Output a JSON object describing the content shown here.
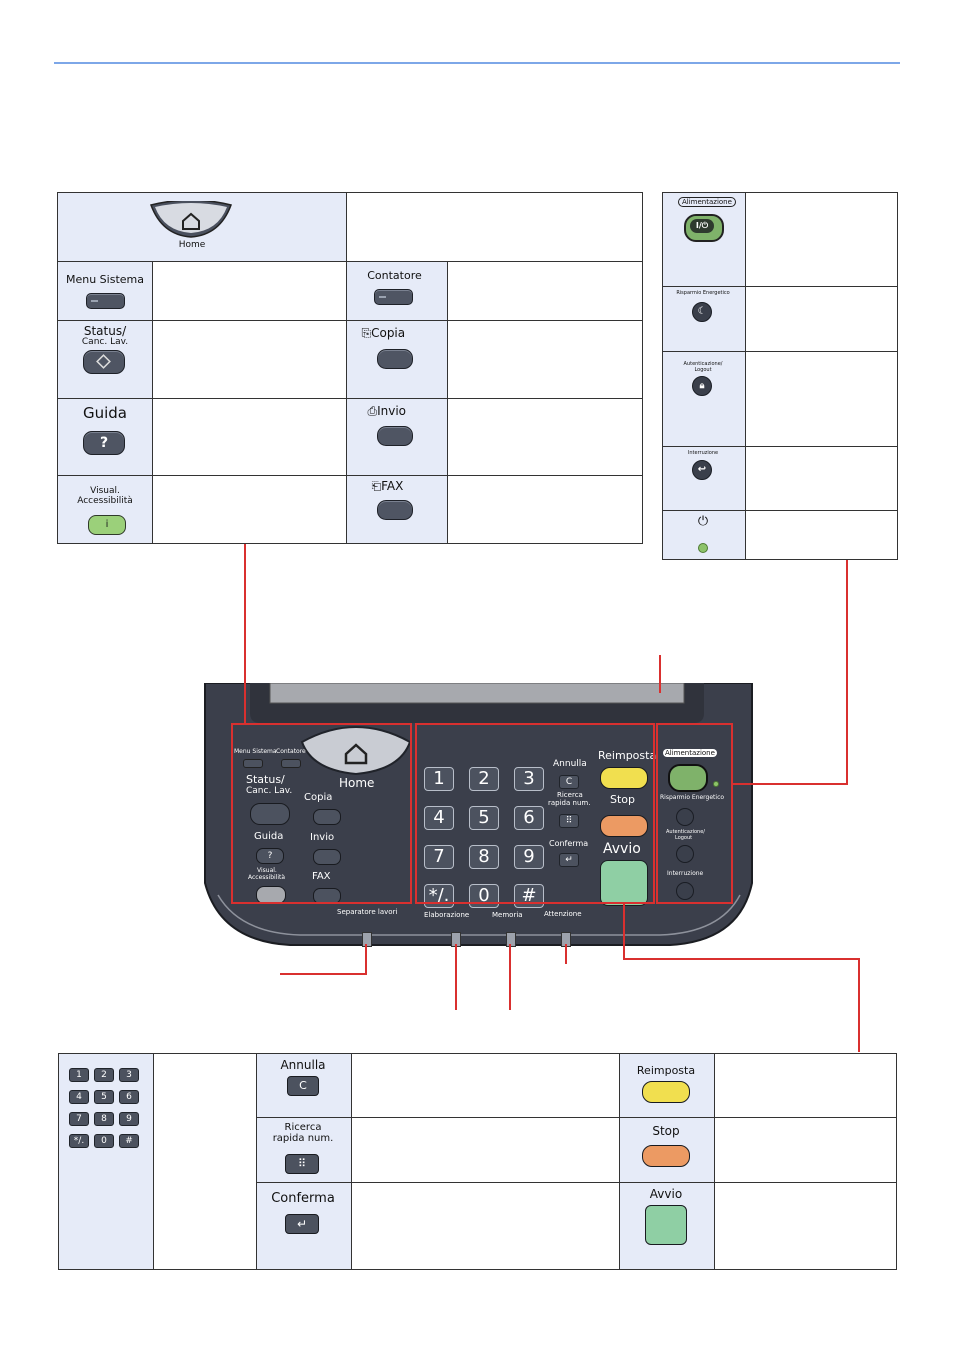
{
  "header_rule_color": "#7da7e8",
  "top_table": {
    "home_label": "Home",
    "menu_sistema": "Menu Sistema",
    "contatore": "Contatore",
    "status_line1": "Status/",
    "status_line2": "Canc. Lav.",
    "copia": "Copia",
    "guida": "Guida",
    "guida_key": "?",
    "invio": "Invio",
    "visual_line1": "Visual.",
    "visual_line2": "Accessibilità",
    "visual_key": "i",
    "fax": "FAX"
  },
  "right_table": {
    "alimentazione": "Alimentazione",
    "power_key": "I/⏻",
    "risparmio": "Risparmio Energetico",
    "autenticazione_line1": "Autenticazione/",
    "autenticazione_line2": "Logout",
    "interruzione": "Interruzione"
  },
  "panel": {
    "menu_sistema": "Menu Sistema",
    "contatore": "Contatore",
    "home": "Home",
    "status_line1": "Status/",
    "status_line2": "Canc. Lav.",
    "copia": "Copia",
    "guida": "Guida",
    "invio": "Invio",
    "visual_line1": "Visual.",
    "visual_line2": "Accessibilità",
    "fax": "FAX",
    "keys": [
      "1",
      "2",
      "3",
      "4",
      "5",
      "6",
      "7",
      "8",
      "9",
      "*/.",
      "0",
      "#"
    ],
    "annulla": "Annulla",
    "annulla_key": "C",
    "ricerca_line1": "Ricerca",
    "ricerca_line2": "rapida num.",
    "conferma": "Conferma",
    "conferma_key": "↵",
    "reimposta": "Reimposta",
    "stop": "Stop",
    "avvio": "Avvio",
    "alimentazione": "Alimentazione",
    "risparmio": "Risparmio Energetico",
    "autenticazione_line1": "Autenticazione/",
    "autenticazione_line2": "Logout",
    "interruzione": "Interruzione",
    "separatore": "Separatore lavori",
    "elaborazione": "Elaborazione",
    "memoria": "Memoria",
    "attenzione": "Attenzione"
  },
  "bottom_table": {
    "keys": [
      "1",
      "2",
      "3",
      "4",
      "5",
      "6",
      "7",
      "8",
      "9",
      "*/.",
      "0",
      "#"
    ],
    "annulla": "Annulla",
    "annulla_key": "C",
    "ricerca_line1": "Ricerca",
    "ricerca_line2": "rapida num.",
    "conferma": "Conferma",
    "conferma_key": "↵",
    "reimposta": "Reimposta",
    "stop": "Stop",
    "avvio": "Avvio"
  },
  "colors": {
    "cell_bg": "#e6ebf8",
    "callout": "#d9302f",
    "panel_body": "#3d414d",
    "reimposta": "#f1df4f",
    "stop": "#ec9a63",
    "avvio": "#8fcfa4",
    "led_green": "#8dc36a"
  }
}
